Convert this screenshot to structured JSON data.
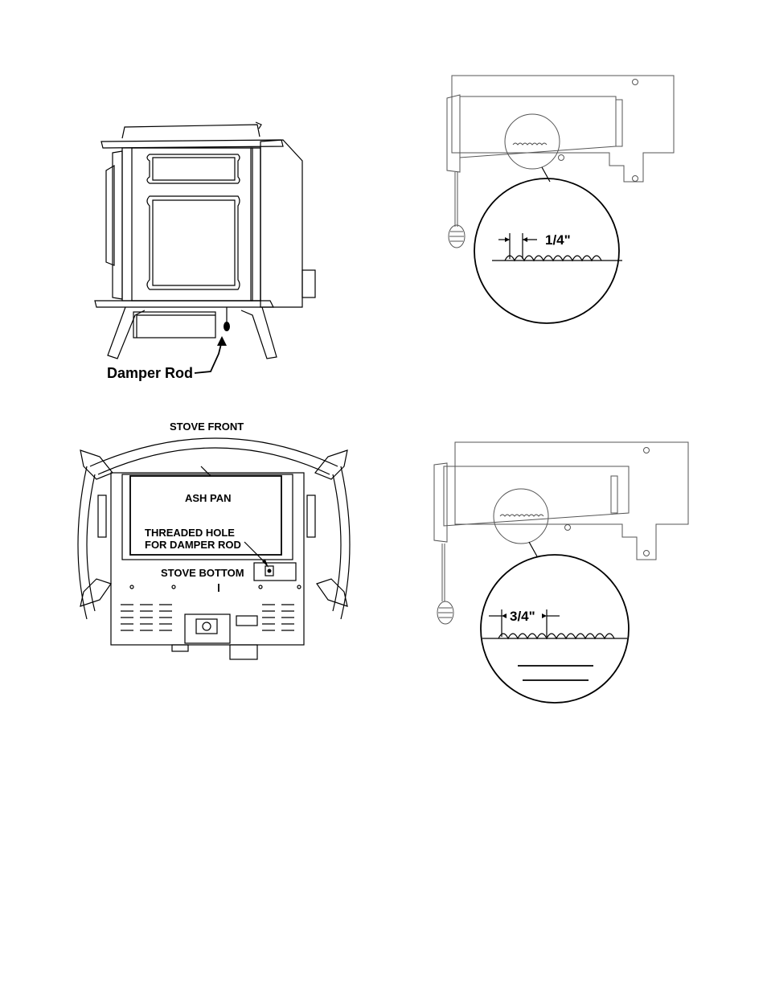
{
  "figure_side_view": {
    "damper_rod_label": "Damper Rod"
  },
  "figure_bottom_view": {
    "stove_front_label": "STOVE FRONT",
    "ash_pan_label": "ASH PAN",
    "threaded_hole_line1": "THREADED HOLE",
    "threaded_hole_line2": "FOR DAMPER ROD",
    "stove_bottom_label": "STOVE BOTTOM"
  },
  "figure_damper_detail_top": {
    "gap_label": "1/4\""
  },
  "figure_damper_detail_bottom": {
    "gap_label": "3/4\""
  }
}
